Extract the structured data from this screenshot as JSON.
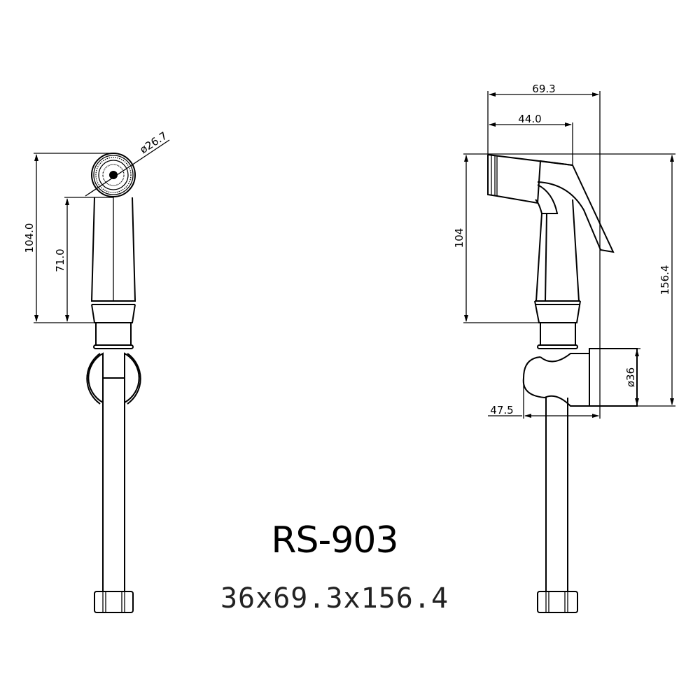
{
  "product": {
    "model": "RS-903",
    "overall_size": "36x69.3x156.4"
  },
  "front_view": {
    "dimensions": {
      "head_diameter": "ø26.7",
      "total_height": "104.0",
      "body_height": "71.0"
    }
  },
  "side_view": {
    "dimensions": {
      "overall_width": "69.3",
      "head_width": "44.0",
      "handle_height": "104",
      "total_height": "156.4",
      "holder_diameter": "ø36",
      "holder_depth": "47.5"
    }
  },
  "colors": {
    "line": "#000000",
    "background": "#ffffff"
  }
}
